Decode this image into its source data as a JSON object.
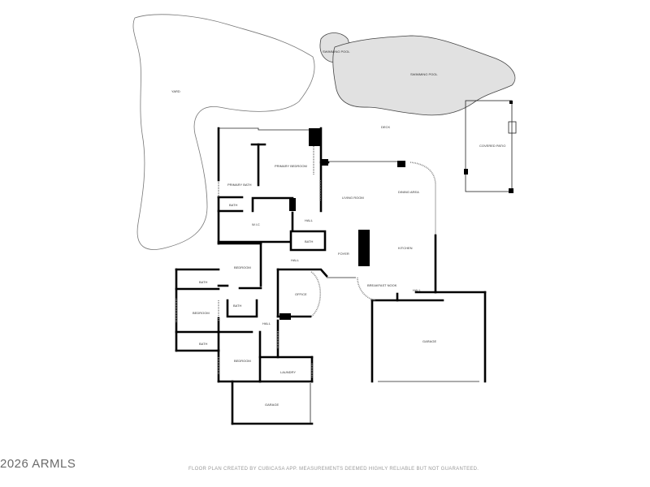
{
  "rooms": {
    "yard": "YARD",
    "swimming_pool_small": "SWIMMING POOL",
    "swimming_pool_large": "SWIMMING POOL",
    "deck": "DECK",
    "covered_patio": "COVERED PATIO",
    "primary_bedroom": "PRIMARY BEDROOM",
    "primary_bath": "PRIMARY BATH",
    "bath_top": "BATH",
    "wic": "W.I.C",
    "hall_top": "HALL",
    "bath_center": "BATH",
    "living_room": "LIVING ROOM",
    "dining_area": "DINING AREA",
    "kitchen": "KITCHEN",
    "foyer": "FOYER",
    "hall_center": "HALL",
    "bedroom_center": "BEDROOM",
    "bath_left": "BATH",
    "bath_mid": "BATH",
    "bedroom_left": "BEDROOM",
    "office": "OFFICE",
    "breakfast_nook": "BREAKFAST NOOK",
    "hall_kitchen": "HALL",
    "hall_left": "HALL",
    "bath_bottom": "BATH",
    "bedroom_bottom": "BEDROOM",
    "laundry": "LAUNDRY",
    "garage_large": "GARAGE",
    "garage_small": "GARAGE"
  },
  "footer": {
    "copyright": "2026 ARMLS",
    "disclaimer": "FLOOR PLAN CREATED BY CUBICASA APP. MEASUREMENTS DEEMED HIGHLY RELIABLE BUT NOT GUARANTEED."
  }
}
